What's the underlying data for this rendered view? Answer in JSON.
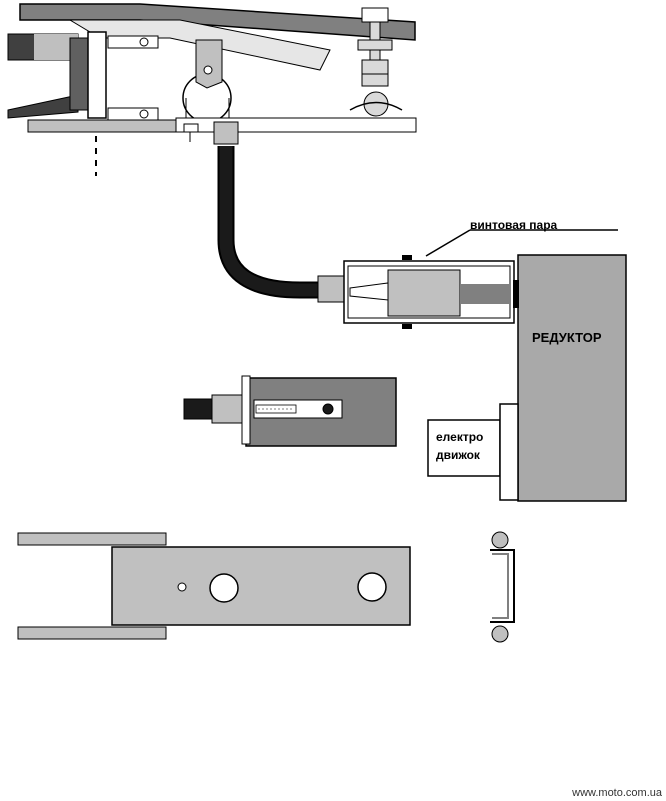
{
  "labels": {
    "screw_pair": "винтовая пара",
    "reducer": "РЕДУКТОР",
    "motor_line1": "електро",
    "motor_line2": "движок",
    "watermark": "www.moto.com.ua"
  },
  "colors": {
    "line": "#000000",
    "light_gray": "#c0c0c0",
    "mid_gray": "#a9a9a9",
    "dark_gray": "#808080",
    "cable": "#1a1a1a",
    "white": "#ffffff"
  }
}
